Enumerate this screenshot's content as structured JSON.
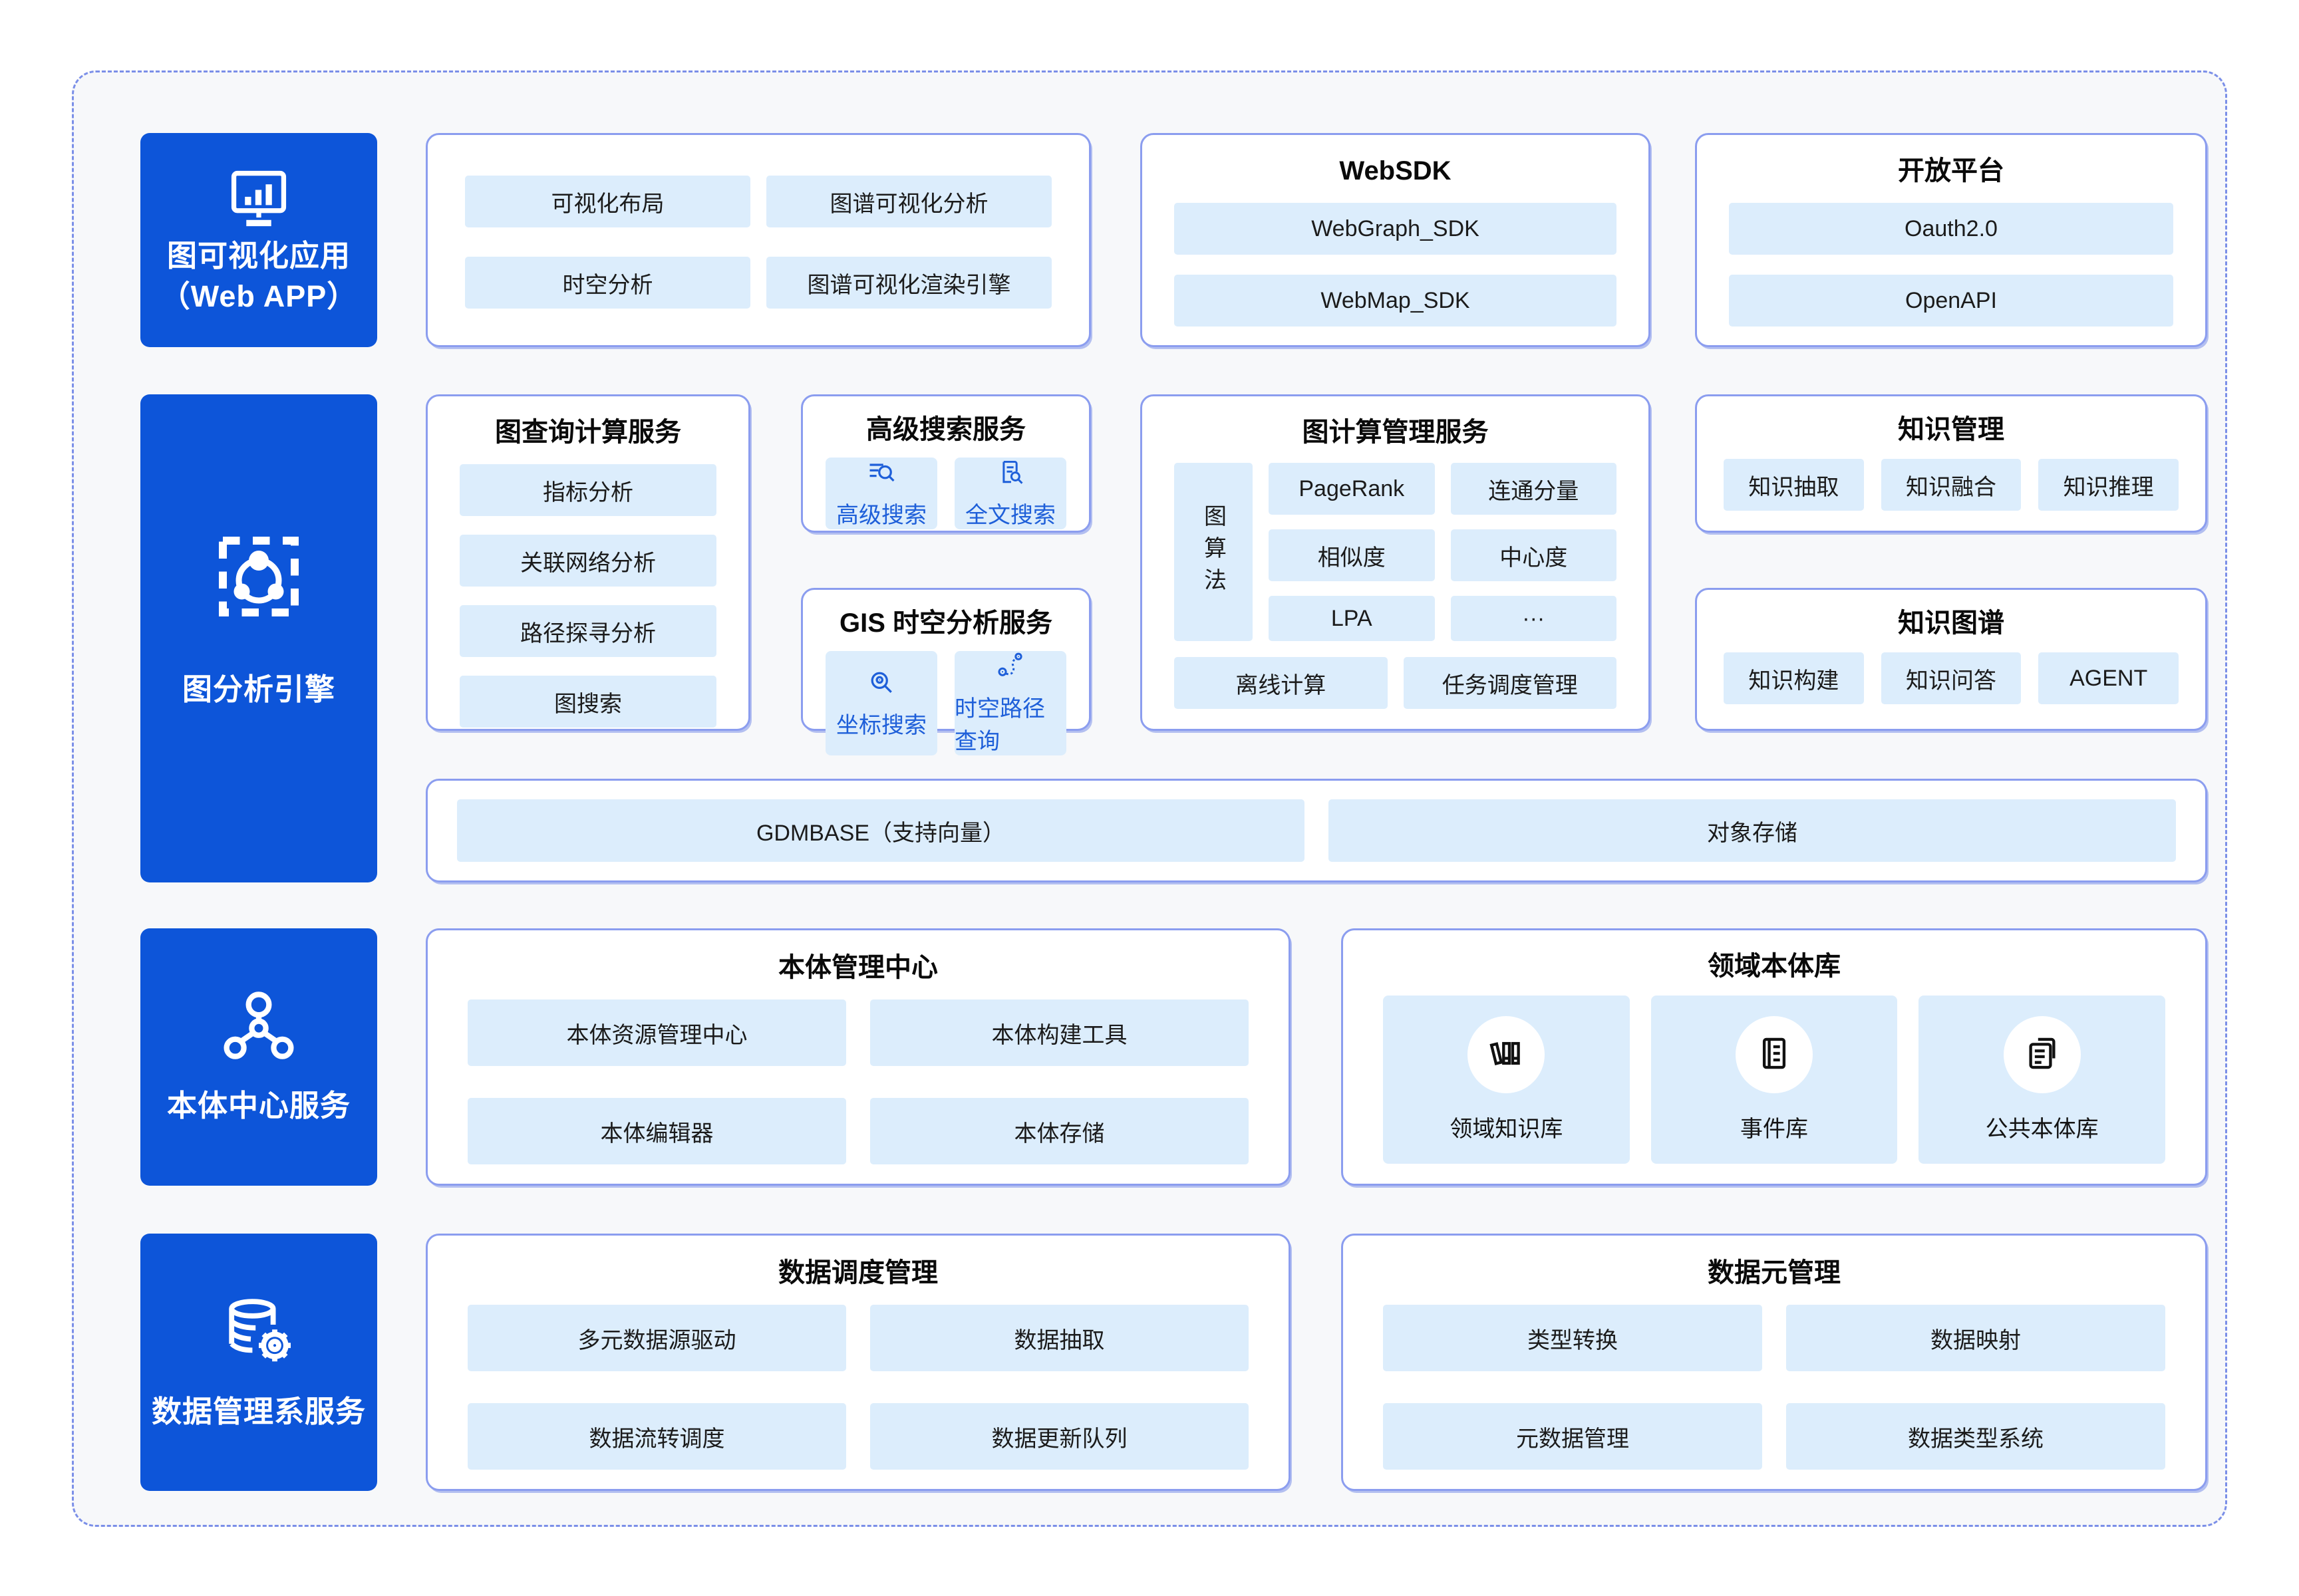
{
  "colors": {
    "accent_blue": "#0d55d9",
    "pill_bg": "#dcedfc",
    "card_border": "#8b9def",
    "frame_dash": "#7b8fe8",
    "frame_bg": "#f7f8fa",
    "link_blue": "#1e5fd9"
  },
  "sidebar": {
    "items": [
      {
        "label": "图可视化应用",
        "label2": "（Web APP）",
        "icon": "monitor-chart-icon"
      },
      {
        "label": "图分析引擎",
        "icon": "graph-frame-icon"
      },
      {
        "label": "本体中心服务",
        "icon": "molecule-icon"
      },
      {
        "label": "数据管理系服务",
        "icon": "database-gear-icon"
      }
    ]
  },
  "row1": {
    "visual_app": {
      "items": [
        "可视化布局",
        "图谱可视化分析",
        "时空分析",
        "图谱可视化渲染引擎"
      ]
    },
    "websdk": {
      "title": "WebSDK",
      "items": [
        "WebGraph_SDK",
        "WebMap_SDK"
      ]
    },
    "open_platform": {
      "title": "开放平台",
      "items": [
        "Oauth2.0",
        "OpenAPI"
      ]
    }
  },
  "row2": {
    "graph_query": {
      "title": "图查询计算服务",
      "items": [
        "指标分析",
        "关联网络分析",
        "路径探寻分析",
        "图搜索"
      ]
    },
    "adv_search": {
      "title": "高级搜索服务",
      "items": [
        {
          "label": "高级搜索",
          "icon": "advanced-search-icon"
        },
        {
          "label": "全文搜索",
          "icon": "fulltext-search-icon"
        }
      ]
    },
    "gis": {
      "title": "GIS 时空分析服务",
      "items": [
        {
          "label": "坐标搜索",
          "icon": "coordinate-search-icon"
        },
        {
          "label": "时空路径查询",
          "icon": "route-query-icon"
        }
      ]
    },
    "graph_compute": {
      "title": "图计算管理服务",
      "side_label": "图算法",
      "grid": [
        "PageRank",
        "连通分量",
        "相似度",
        "中心度",
        "LPA",
        "···"
      ],
      "bottom": [
        "离线计算",
        "任务调度管理"
      ]
    },
    "knowledge_mgmt": {
      "title": "知识管理",
      "items": [
        "知识抽取",
        "知识融合",
        "知识推理"
      ]
    },
    "knowledge_graph": {
      "title": "知识图谱",
      "items": [
        "知识构建",
        "知识问答",
        "AGENT"
      ]
    }
  },
  "storage_bar": {
    "items": [
      "GDMBASE（支持向量）",
      "对象存储"
    ]
  },
  "row4": {
    "ontology_center": {
      "title": "本体管理中心",
      "items": [
        "本体资源管理中心",
        "本体构建工具",
        "本体编辑器",
        "本体存储"
      ]
    },
    "domain_lib": {
      "title": "领域本体库",
      "items": [
        {
          "label": "领域知识库",
          "icon": "books-icon"
        },
        {
          "label": "事件库",
          "icon": "document-lines-icon"
        },
        {
          "label": "公共本体库",
          "icon": "stacked-docs-icon"
        }
      ]
    }
  },
  "row5": {
    "data_schedule": {
      "title": "数据调度管理",
      "items": [
        "多元数据源驱动",
        "数据抽取",
        "数据流转调度",
        "数据更新队列"
      ]
    },
    "data_meta": {
      "title": "数据元管理",
      "items": [
        "类型转换",
        "数据映射",
        "元数据管理",
        "数据类型系统"
      ]
    }
  }
}
